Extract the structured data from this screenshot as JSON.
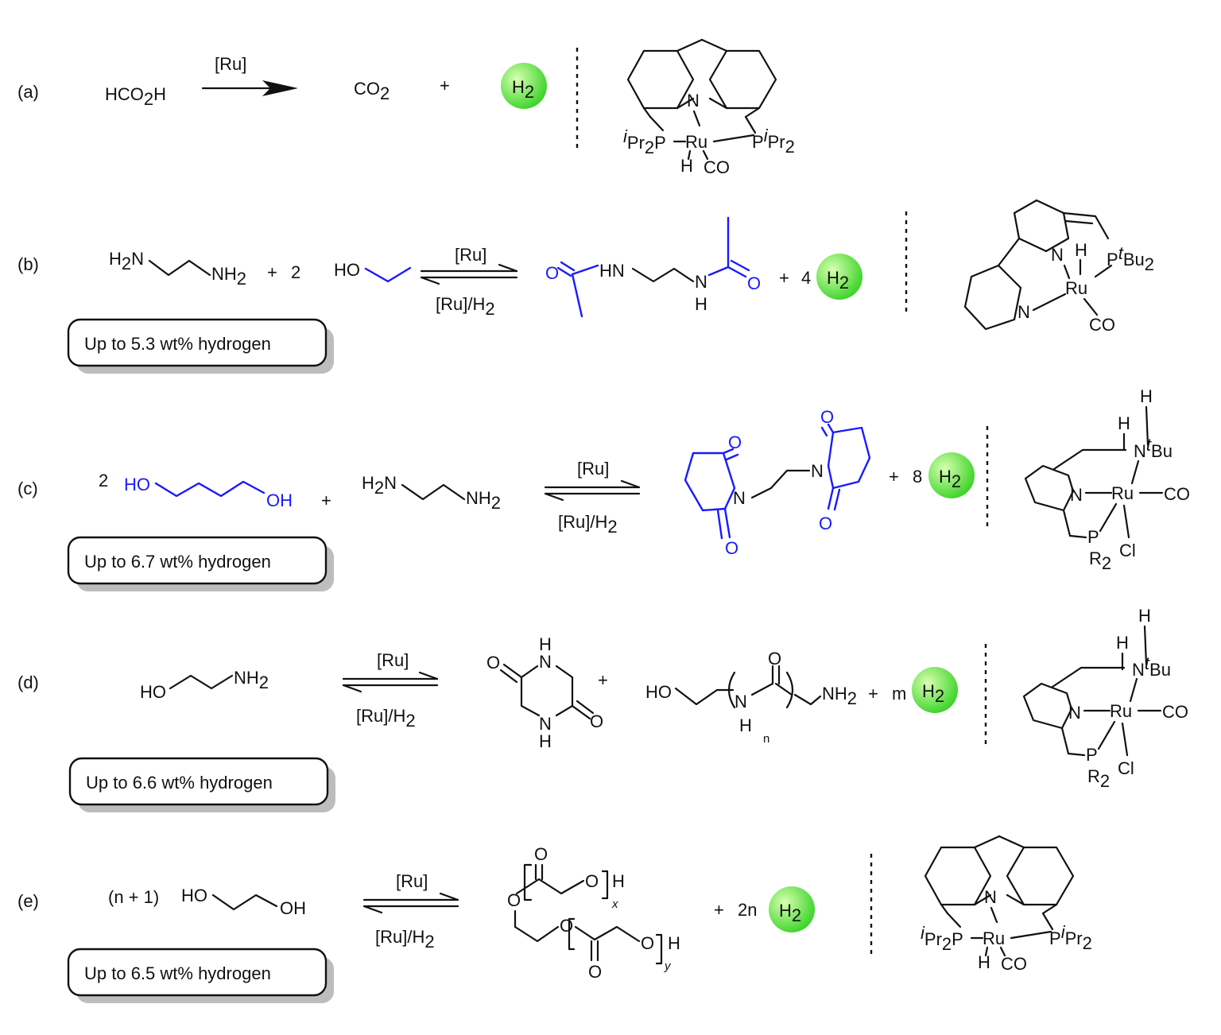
{
  "colors": {
    "h2_ball_inner": "#d8ffb0",
    "h2_ball_outer": "#2fd01e",
    "highlight": "#1a1aff"
  },
  "rows": [
    {
      "label": "(a)",
      "reactant": "HCO",
      "reactant_sub": "2",
      "reactant_tail": "H",
      "catalyst": "[Ru]",
      "product": "CO",
      "product_sub": "2",
      "plus": "+",
      "h2": "H",
      "h2_sub": "2"
    },
    {
      "label": "(b)",
      "reactant_coeff": "2",
      "catalyst": "[Ru]",
      "reverse": "[Ru]/H",
      "reverse_sub": "2",
      "h2_coeff": "4",
      "plus": "+",
      "h2": "H",
      "h2_sub": "2",
      "capacity": "Up to 5.3 wt% hydrogen"
    },
    {
      "label": "(c)",
      "reactant_coeff": "2",
      "catalyst": "[Ru]",
      "reverse": "[Ru]/H",
      "reverse_sub": "2",
      "h2_coeff": "8",
      "plus": "+",
      "h2": "H",
      "h2_sub": "2",
      "capacity": "Up to 6.7 wt% hydrogen"
    },
    {
      "label": "(d)",
      "catalyst": "[Ru]",
      "reverse": "[Ru]/H",
      "reverse_sub": "2",
      "h2_coeff": "m",
      "plus": "+",
      "h2": "H",
      "h2_sub": "2",
      "repeat": "n",
      "capacity": "Up to 6.6 wt% hydrogen"
    },
    {
      "label": "(e)",
      "reactant_coeff": "(n + 1)",
      "catalyst": "[Ru]",
      "reverse": "[Ru]/H",
      "reverse_sub": "2",
      "h2_coeff": "2n",
      "plus": "+",
      "h2": "H",
      "h2_sub": "2",
      "repeat_x": "x",
      "repeat_y": "y",
      "capacity": "Up to 6.5 wt% hydrogen"
    }
  ],
  "atoms": {
    "H2N": "H",
    "NH2": "NH",
    "HO": "HO",
    "OH": "OH",
    "O": "O",
    "N": "N",
    "H": "H",
    "HN": "HN",
    "Ru": "Ru",
    "CO": "CO",
    "Cl": "Cl",
    "P": "P",
    "R": "R",
    "two": "2",
    "iPr2P_i": "i",
    "iPr2P_main": "Pr",
    "iPr2P_tail": "P",
    "PiPr2_P": "P",
    "PiPr2_i": "i",
    "PiPr2_main": "Pr",
    "PtBu2_P": "P",
    "PtBu2_t": "t",
    "PtBu2_main": "Bu",
    "NtBu_N": "N",
    "NtBu_t": "t",
    "NtBu_main": "Bu"
  }
}
